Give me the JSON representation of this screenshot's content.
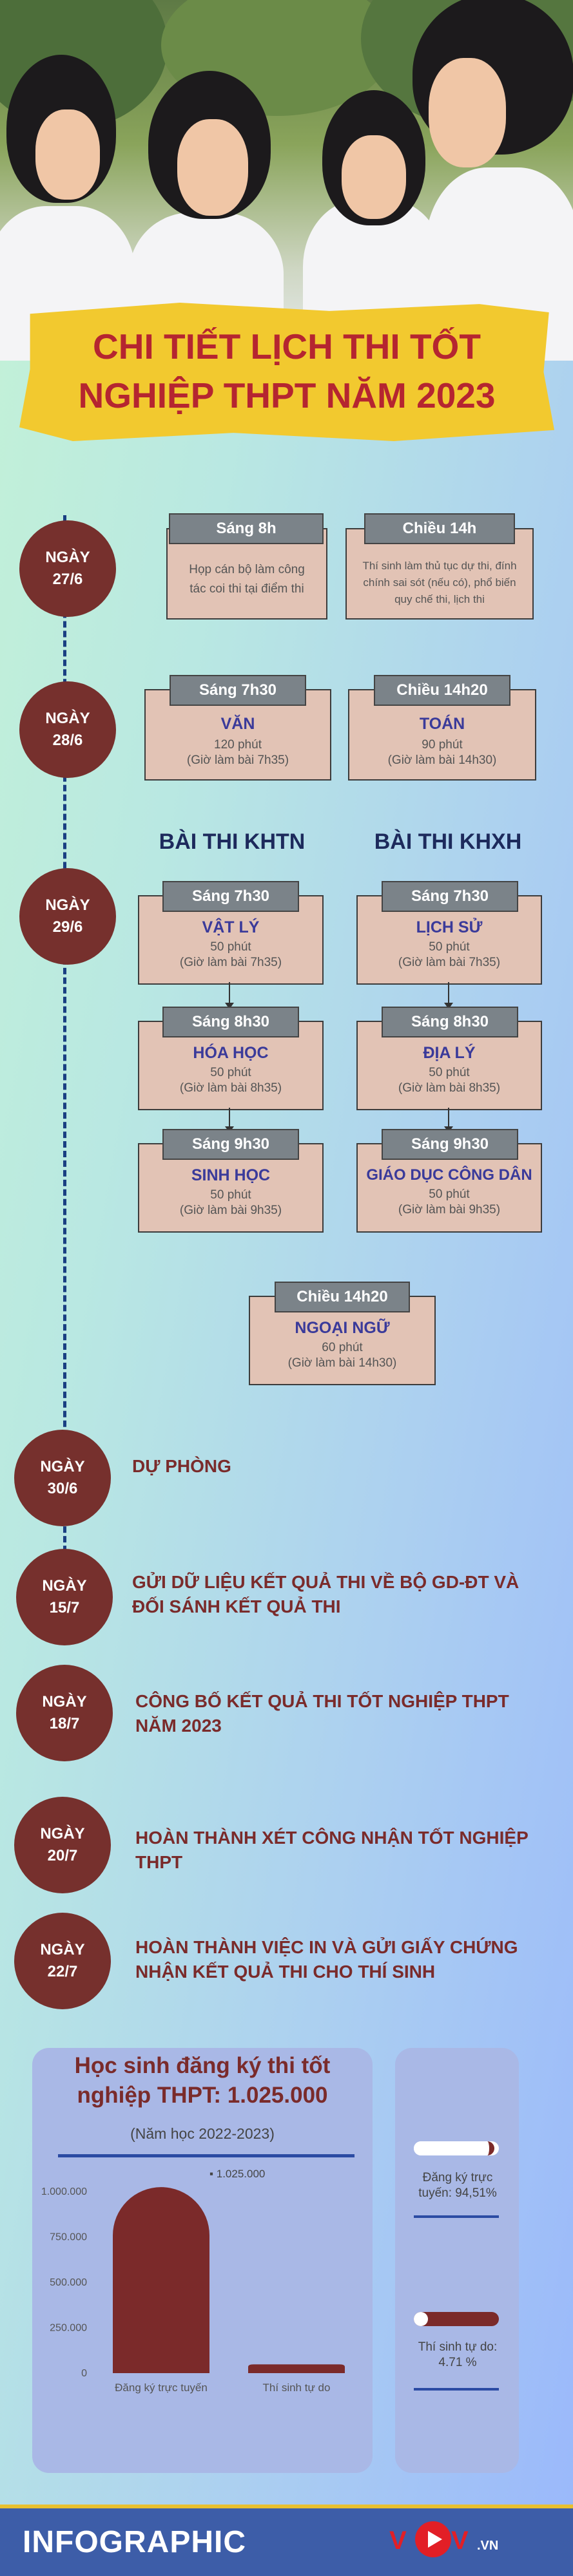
{
  "title": {
    "line1": "CHI TIẾT LỊCH THI TỐT",
    "line2": "NGHIỆP THPT NĂM 2023"
  },
  "days": [
    {
      "label": "NGÀY",
      "date": "27/6"
    },
    {
      "label": "NGÀY",
      "date": "28/6"
    },
    {
      "label": "NGÀY",
      "date": "29/6"
    },
    {
      "label": "NGÀY",
      "date": "30/6"
    },
    {
      "label": "NGÀY",
      "date": "15/7"
    },
    {
      "label": "NGÀY",
      "date": "18/7"
    },
    {
      "label": "NGÀY",
      "date": "20/7"
    },
    {
      "label": "NGÀY",
      "date": "22/7"
    }
  ],
  "d276": {
    "am_tag": "Sáng 8h",
    "am_text": "Họp cán bộ làm công tác coi thi tại điểm thi",
    "pm_tag": "Chiều 14h",
    "pm_text": "Thí sinh làm thủ tục dự thi, đính chính sai sót (nếu có), phổ biến quy chế thi, lịch thi"
  },
  "d286": {
    "am_tag": "Sáng 7h30",
    "am_subject": "VĂN",
    "am_dur": "120 phút",
    "am_start": "(Giờ làm bài 7h35)",
    "pm_tag": "Chiều 14h20",
    "pm_subject": "TOÁN",
    "pm_dur": "90 phút",
    "pm_start": "(Giờ làm bài 14h30)"
  },
  "d296": {
    "khtn_title": "BÀI THI KHTN",
    "khxh_title": "BÀI THI KHXH",
    "khtn": [
      {
        "tag": "Sáng 7h30",
        "subject": "VẬT LÝ",
        "dur": "50 phút",
        "start": "(Giờ làm bài 7h35)"
      },
      {
        "tag": "Sáng 8h30",
        "subject": "HÓA HỌC",
        "dur": "50 phút",
        "start": "(Giờ làm bài 8h35)"
      },
      {
        "tag": "Sáng 9h30",
        "subject": "SINH HỌC",
        "dur": "50 phút",
        "start": "(Giờ làm bài 9h35)"
      }
    ],
    "khxh": [
      {
        "tag": "Sáng 7h30",
        "subject": "LỊCH SỬ",
        "dur": "50 phút",
        "start": "(Giờ làm bài 7h35)"
      },
      {
        "tag": "Sáng 8h30",
        "subject": "ĐỊA LÝ",
        "dur": "50 phút",
        "start": "(Giờ làm bài 8h35)"
      },
      {
        "tag": "Sáng 9h30",
        "subject": "GIÁO DỤC CÔNG DÂN",
        "dur": "50 phút",
        "start": "(Giờ làm bài 9h35)"
      }
    ],
    "lang": {
      "tag": "Chiều 14h20",
      "subject": "NGOẠI NGỮ",
      "dur": "60 phút",
      "start": "(Giờ làm bài 14h30)"
    }
  },
  "events": {
    "d306": "DỰ PHÒNG",
    "d157": "GỬI DỮ LIỆU KẾT QUẢ THI VỀ BỘ GD-ĐT VÀ ĐỐI SÁNH KẾT QUẢ THI",
    "d187": "CÔNG BỐ KẾT QUẢ THI TỐT NGHIỆP THPT NĂM 2023",
    "d207": "HOÀN THÀNH XÉT CÔNG NHẬN TỐT NGHIỆP THPT",
    "d227": "HOÀN THÀNH VIỆC IN VÀ GỬI GIẤY CHỨNG NHẬN KẾT QUẢ THI CHO THÍ SINH"
  },
  "stats": {
    "title_line1": "Học sinh đăng ký thi tốt",
    "title_line2": "nghiệp THPT: 1.025.000",
    "subtitle": "(Năm học 2022-2023)",
    "online_label": "Đăng ký trực tuyến: 94,51%",
    "online_pct": 94.51,
    "free_label": "Thí sinh tự do: 4.71 %",
    "free_pct": 4.71
  },
  "chart_data": {
    "type": "bar",
    "categories": [
      "Đăng ký trực tuyến",
      "Thí sinh tự do"
    ],
    "series": [
      {
        "values": [
          1025000,
          48300
        ]
      }
    ],
    "legend": "1.025.000",
    "yticks": [
      "0",
      "250.000",
      "500.000",
      "750.000",
      "1.000.000"
    ],
    "ylim": [
      0,
      1100000
    ],
    "grid": false,
    "color": "#7b2a2a"
  },
  "footer": {
    "label": "INFOGRAPHIC",
    "logo_text": "VOV",
    "logo_suffix": ".VN"
  }
}
